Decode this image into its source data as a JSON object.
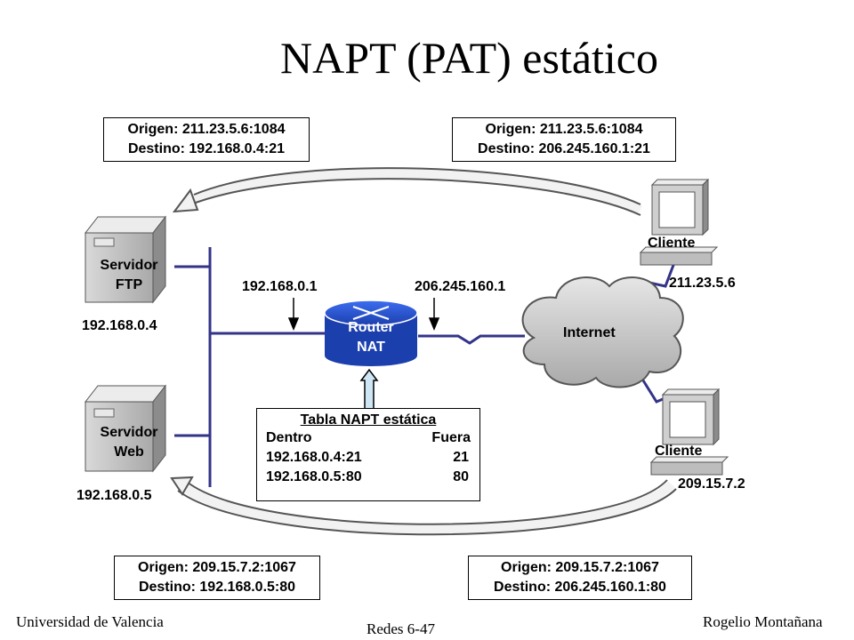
{
  "title": "NAPT (PAT) estático",
  "boxes": {
    "top_left": [
      "Origen: 211.23.5.6:1084",
      "Destino: 192.168.0.4:21"
    ],
    "top_right": [
      "Origen: 211.23.5.6:1084",
      "Destino: 206.245.160.1:21"
    ],
    "bottom_left": [
      "Origen: 209.15.7.2:1067",
      "Destino: 192.168.0.5:80"
    ],
    "bottom_right": [
      "Origen: 209.15.7.2:1067",
      "Destino: 206.245.160.1:80"
    ]
  },
  "servers": {
    "ftp": {
      "name1": "Servidor",
      "name2": "FTP",
      "ip": "192.168.0.4"
    },
    "web": {
      "name1": "Servidor",
      "name2": "Web",
      "ip": "192.168.0.5"
    }
  },
  "router": {
    "name1": "Router",
    "name2": "NAT",
    "inside_ip": "192.168.0.1",
    "outside_ip": "206.245.160.1"
  },
  "internet": {
    "label": "Internet"
  },
  "clients": {
    "top": {
      "label": "Cliente",
      "ip": "211.23.5.6"
    },
    "bottom": {
      "label": "Cliente",
      "ip": "209.15.7.2"
    }
  },
  "napt_table": {
    "title": "Tabla NAPT estática",
    "header": {
      "inside": "Dentro",
      "outside": "Fuera"
    },
    "rows": [
      {
        "inside": "192.168.0.4:21",
        "outside": "21"
      },
      {
        "inside": "192.168.0.5:80",
        "outside": "80"
      }
    ]
  },
  "footer": {
    "left": "Universidad de Valencia",
    "center": "Redes 6-47",
    "right": "Rogelio Montañana"
  },
  "colors": {
    "line": "#33338a",
    "router": "#2a55d8",
    "cloud": "#c9c9c9",
    "arrow_fill": "#f2f2f2",
    "highlight": "#cfe6f4"
  }
}
